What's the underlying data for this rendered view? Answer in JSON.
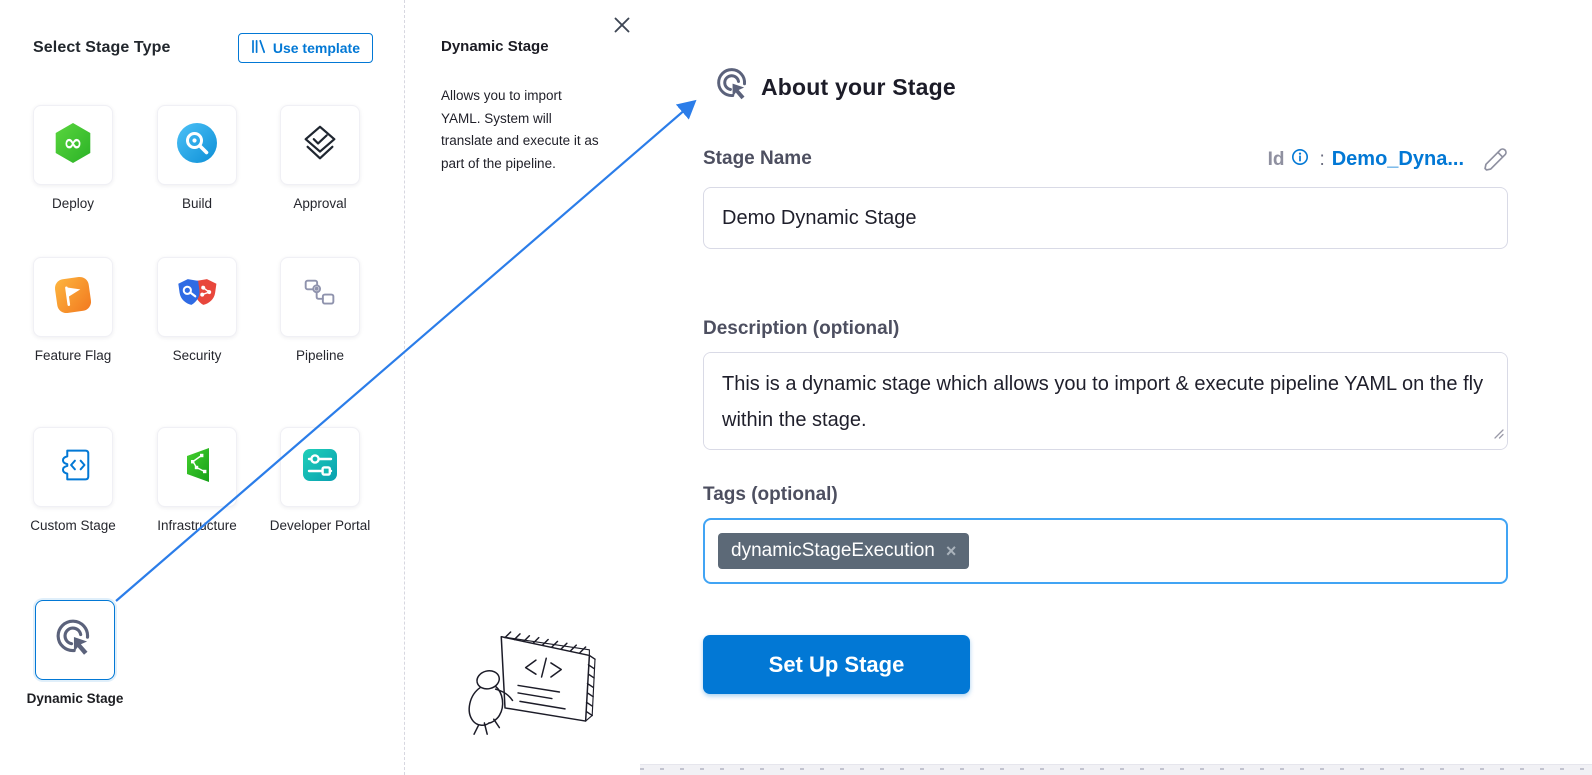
{
  "left_panel": {
    "title": "Select Stage Type",
    "use_template_label": "Use template",
    "stages": [
      {
        "label": "Deploy",
        "icon": "cd-deploy-icon"
      },
      {
        "label": "Build",
        "icon": "ci-build-icon"
      },
      {
        "label": "Approval",
        "icon": "approval-icon"
      },
      {
        "label": "Feature Flag",
        "icon": "feature-flag-icon"
      },
      {
        "label": "Security",
        "icon": "security-icon"
      },
      {
        "label": "Pipeline",
        "icon": "pipeline-icon"
      },
      {
        "label": "Custom Stage",
        "icon": "custom-stage-icon"
      },
      {
        "label": "Infrastructure",
        "icon": "infrastructure-icon"
      },
      {
        "label": "Developer Portal",
        "icon": "developer-portal-icon"
      },
      {
        "label": "Dynamic Stage",
        "icon": "dynamic-stage-icon",
        "selected": true
      }
    ]
  },
  "info_panel": {
    "title": "Dynamic Stage",
    "description": "Allows you to import YAML. System will translate and execute it as part of the pipeline.",
    "close_icon": "close-icon"
  },
  "form_panel": {
    "heading": "About your Stage",
    "heading_icon": "dynamic-stage-icon",
    "stage_name": {
      "label": "Stage Name",
      "value": "Demo Dynamic Stage"
    },
    "identifier": {
      "prefix": "Id",
      "separator": ":",
      "value": "Demo_Dyna...",
      "info_icon": "info-icon",
      "edit_icon": "pencil-icon"
    },
    "description": {
      "label": "Description (optional)",
      "value": "This is a dynamic stage which allows you to import & execute pipeline YAML on the fly within the stage."
    },
    "tags": {
      "label": "Tags (optional)",
      "chips": [
        {
          "text": "dynamicStageExecution",
          "remove": "×"
        }
      ]
    },
    "submit_label": "Set Up Stage"
  },
  "colors": {
    "accent_blue": "#0278d5",
    "focus_blue": "#41a4f4",
    "arrow_blue": "#2b7de9",
    "chip_gray": "#5c6977",
    "icon_slate": "#5b627b",
    "deploy_green": "#3fc32f",
    "build_blue": "#1899dd",
    "flag_orange": "#f78c1e",
    "security_blue": "#2f6be4",
    "security_red": "#e8473c",
    "infra_green": "#2bbf22",
    "portal_teal": "#12b9b2"
  }
}
